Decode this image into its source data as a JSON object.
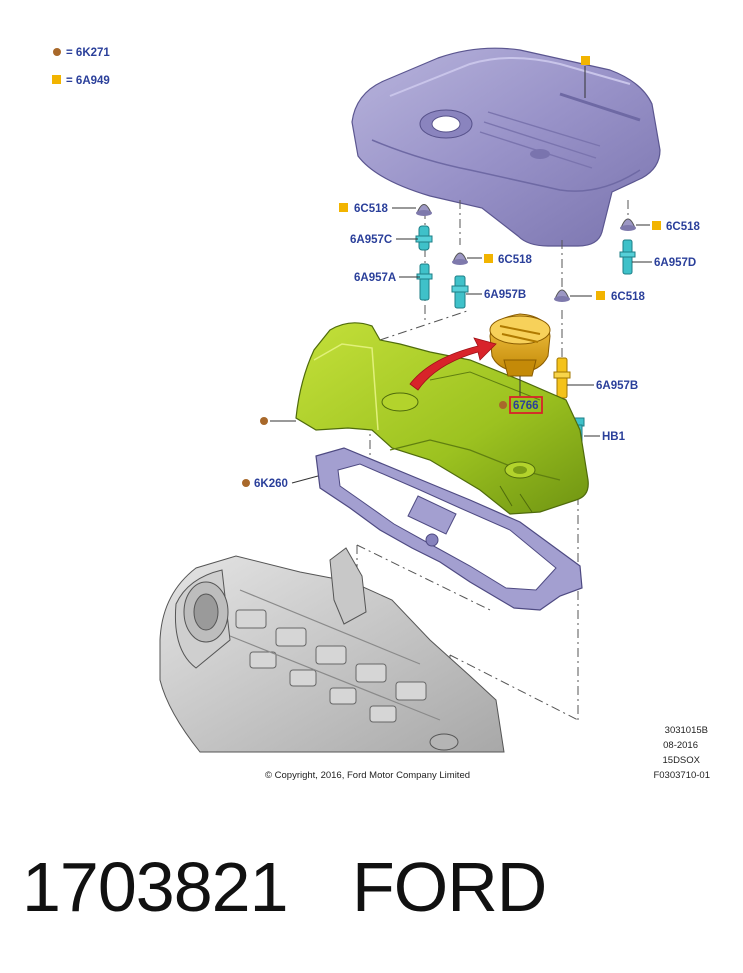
{
  "legend": [
    {
      "symbol": "circle",
      "code": "6K271"
    },
    {
      "symbol": "square",
      "code": "6A949"
    }
  ],
  "callouts": {
    "c6C518_left": "6C518",
    "c6A957C": "6A957C",
    "c6A957A": "6A957A",
    "c6C518_mid": "6C518",
    "c6A957B_mid": "6A957B",
    "c6C518_right_top": "6C518",
    "c6A957D": "6A957D",
    "c6C518_right": "6C518",
    "c6A957B_right": "6A957B",
    "c6766": "6766",
    "cHB1": "HB1",
    "c6K260": "6K260"
  },
  "meta": {
    "line1": "3031015B",
    "line2": "08-2016",
    "line3": "15DSOX",
    "line4": "F0303710-01"
  },
  "copyright": "© Copyright, 2016, Ford Motor Company Limited",
  "part_number": "1703821",
  "brand": "FORD",
  "colors": {
    "square_marker": "#f2b400",
    "circle_marker": "#a8682a",
    "label": "#2a3f9a",
    "highlight_box": "#d8232a",
    "arrow": "#d8232a"
  }
}
